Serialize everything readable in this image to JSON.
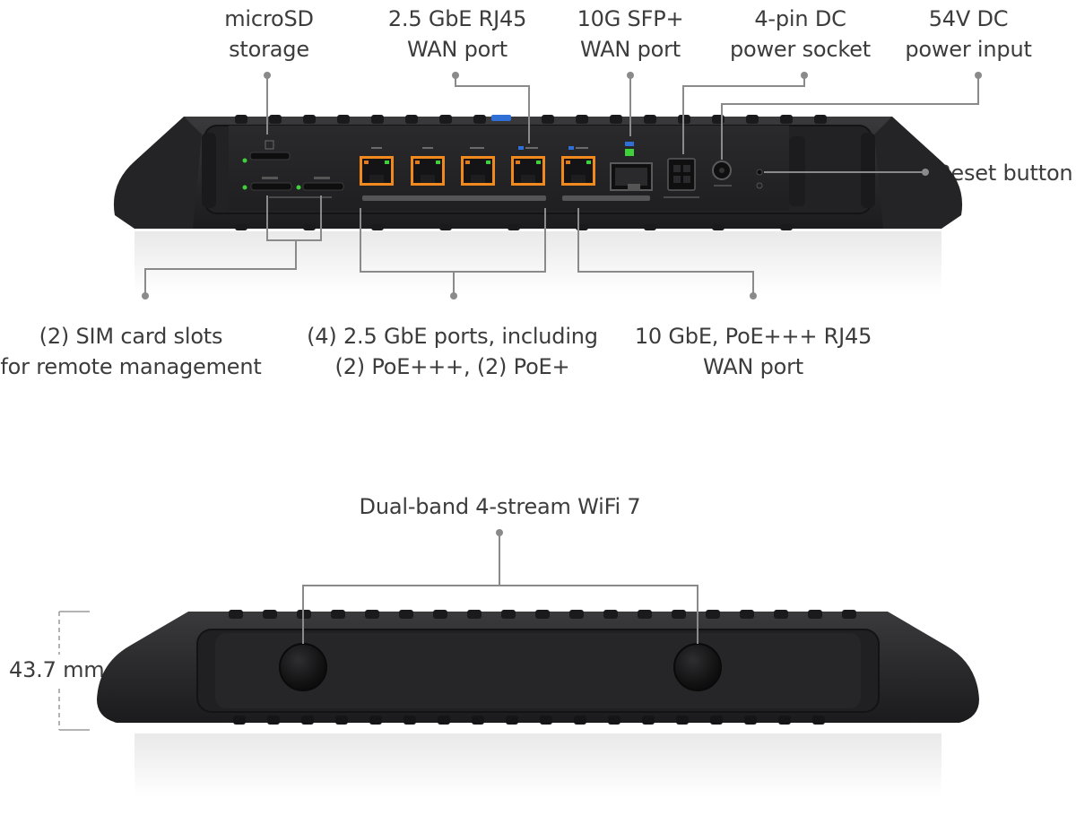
{
  "top_callouts": {
    "microsd": [
      "microSD",
      "storage"
    ],
    "rj45_wan": [
      "2.5 GbE RJ45",
      "WAN port"
    ],
    "sfp_wan": [
      "10G SFP+",
      "WAN port"
    ],
    "dc_socket": [
      "4-pin DC",
      "power socket"
    ],
    "dc_input": [
      "54V DC",
      "power input"
    ]
  },
  "side_callouts": {
    "reset": "Reset button"
  },
  "bottom_callouts": {
    "sim": [
      "(2) SIM card slots",
      "for remote management"
    ],
    "ports": [
      "(4) 2.5 GbE ports, including",
      "(2) PoE+++, (2) PoE+"
    ],
    "wan10": [
      "10 GbE, PoE+++ RJ45",
      "WAN port"
    ]
  },
  "front_view": {
    "wifi": "Dual-band 4-stream WiFi 7",
    "height": "43.7 mm"
  },
  "colors": {
    "chassis": "#2b2b2d",
    "panel": "#1e1e20",
    "led_green": "#3ed13a",
    "led_orange": "#e07a1c",
    "port_frame": "#f08a1e",
    "accent_blue": "#2f6fd6",
    "leader": "#8a8a8a"
  }
}
